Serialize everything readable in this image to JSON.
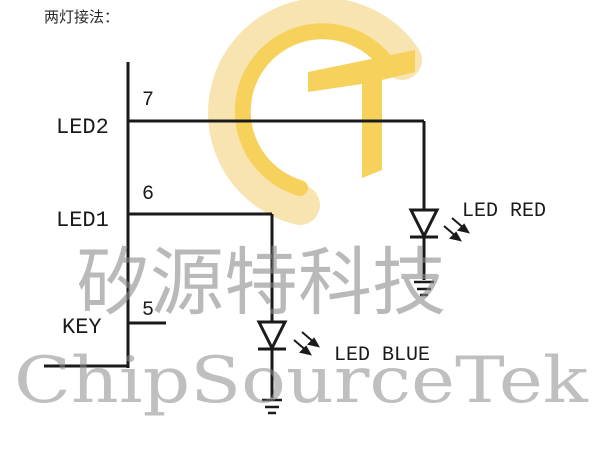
{
  "heading": "两灯接法：",
  "pins": {
    "led2": {
      "label": "LED2",
      "number": "7"
    },
    "led1": {
      "label": "LED1",
      "number": "6"
    },
    "key": {
      "label": "KEY",
      "number": "5"
    }
  },
  "leds": {
    "red": {
      "label": "LED RED"
    },
    "blue": {
      "label": "LED BLUE"
    }
  },
  "watermark": {
    "cn": "矽源特科技",
    "en": "ChipSourceTek",
    "logo_colors": {
      "inner": "#f4c52e",
      "outer": "#f7dd9a"
    }
  }
}
